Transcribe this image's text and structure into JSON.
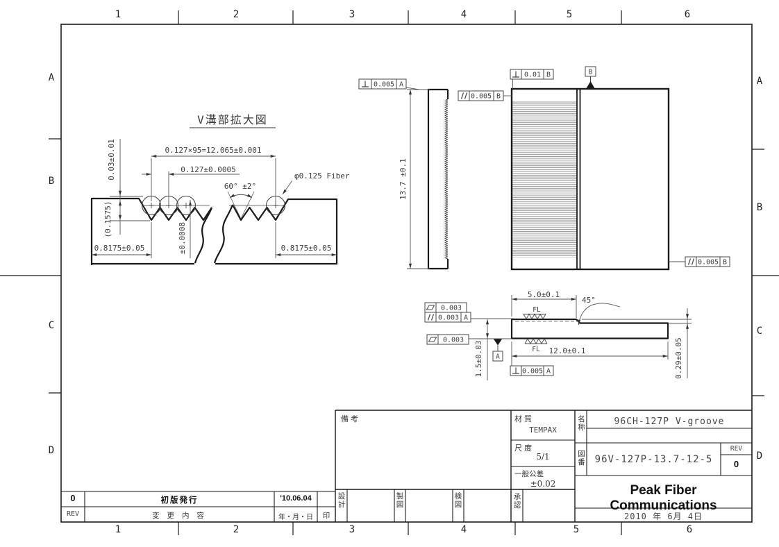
{
  "colors": {
    "line": "#1a1a1a",
    "dim_text": "#3b3b3b",
    "hatch": "#777777"
  },
  "zones": {
    "cols": [
      "1",
      "2",
      "3",
      "4",
      "5",
      "6"
    ],
    "rows": [
      "A",
      "B",
      "C",
      "D"
    ]
  },
  "detail_view": {
    "title": "V溝部拡大図",
    "dim_total": "0.127×95=12.065±0.001",
    "dim_pitch": "0.127±0.0005",
    "dim_angle": "60° ±2°",
    "fiber_label": "φ0.125 Fiber",
    "dim_protrusion": "0.03±0.01",
    "dim_depth_ref": "(0.1575)",
    "dim_depth_tol": "±0.0008",
    "dim_edge_left": "0.8175±0.05",
    "dim_edge_right": "0.8175±0.05"
  },
  "end_view": {
    "dim_height": "13.7 ±0.1",
    "fcf_perp": {
      "value": "0.005",
      "datum": "A"
    }
  },
  "plan_view": {
    "fcf_perp": {
      "value": "0.01",
      "datum": "B"
    },
    "fcf_parallel_left": {
      "value": "0.005",
      "datum": "B"
    },
    "fcf_parallel_right": {
      "value": "0.005",
      "datum": "B"
    },
    "datum_label": "B"
  },
  "side_view": {
    "dim_top": "5.0±0.1",
    "dim_chamfer_angle": "45°",
    "dim_length": "12.0±0.1",
    "dim_thickness": "1.5±0.03",
    "dim_step": "0.29±0.05",
    "finish_top": "FL",
    "finish_bottom": "FL",
    "fcf_flatness_top": {
      "value": "0.003"
    },
    "fcf_parallel": {
      "value": "0.003",
      "datum": "A"
    },
    "fcf_flatness_left": {
      "value": "0.003"
    },
    "fcf_perp": {
      "value": "0.005",
      "datum": "A"
    },
    "datum_label": "A"
  },
  "title_block": {
    "remarks_label": "備 考",
    "material_label": "材 質",
    "material_value": "TEMPAX",
    "scale_label": "尺 度",
    "scale_value": "5/1",
    "general_tol_label": "一般公差",
    "general_tol_value": "±0.02",
    "approval_label": "承認",
    "design_label": "設計",
    "draft_label": "製図",
    "check_label": "検図",
    "name_label": "名称",
    "name_value": "96CH-127P V-groove",
    "drawing_no_label": "図番",
    "drawing_no_value": "96V-127P-13.7-12-5",
    "rev_label": "REV",
    "rev_value": "0",
    "company": "Peak Fiber Communications",
    "date": "2010 年  6月  4日"
  },
  "revision_table": {
    "rev_no": "0",
    "description": "初版発行",
    "date": "'10.06.04",
    "header_rev": "REV",
    "header_description": "変 更 内 容",
    "header_date": "年・月・日",
    "header_stamp": "印"
  }
}
